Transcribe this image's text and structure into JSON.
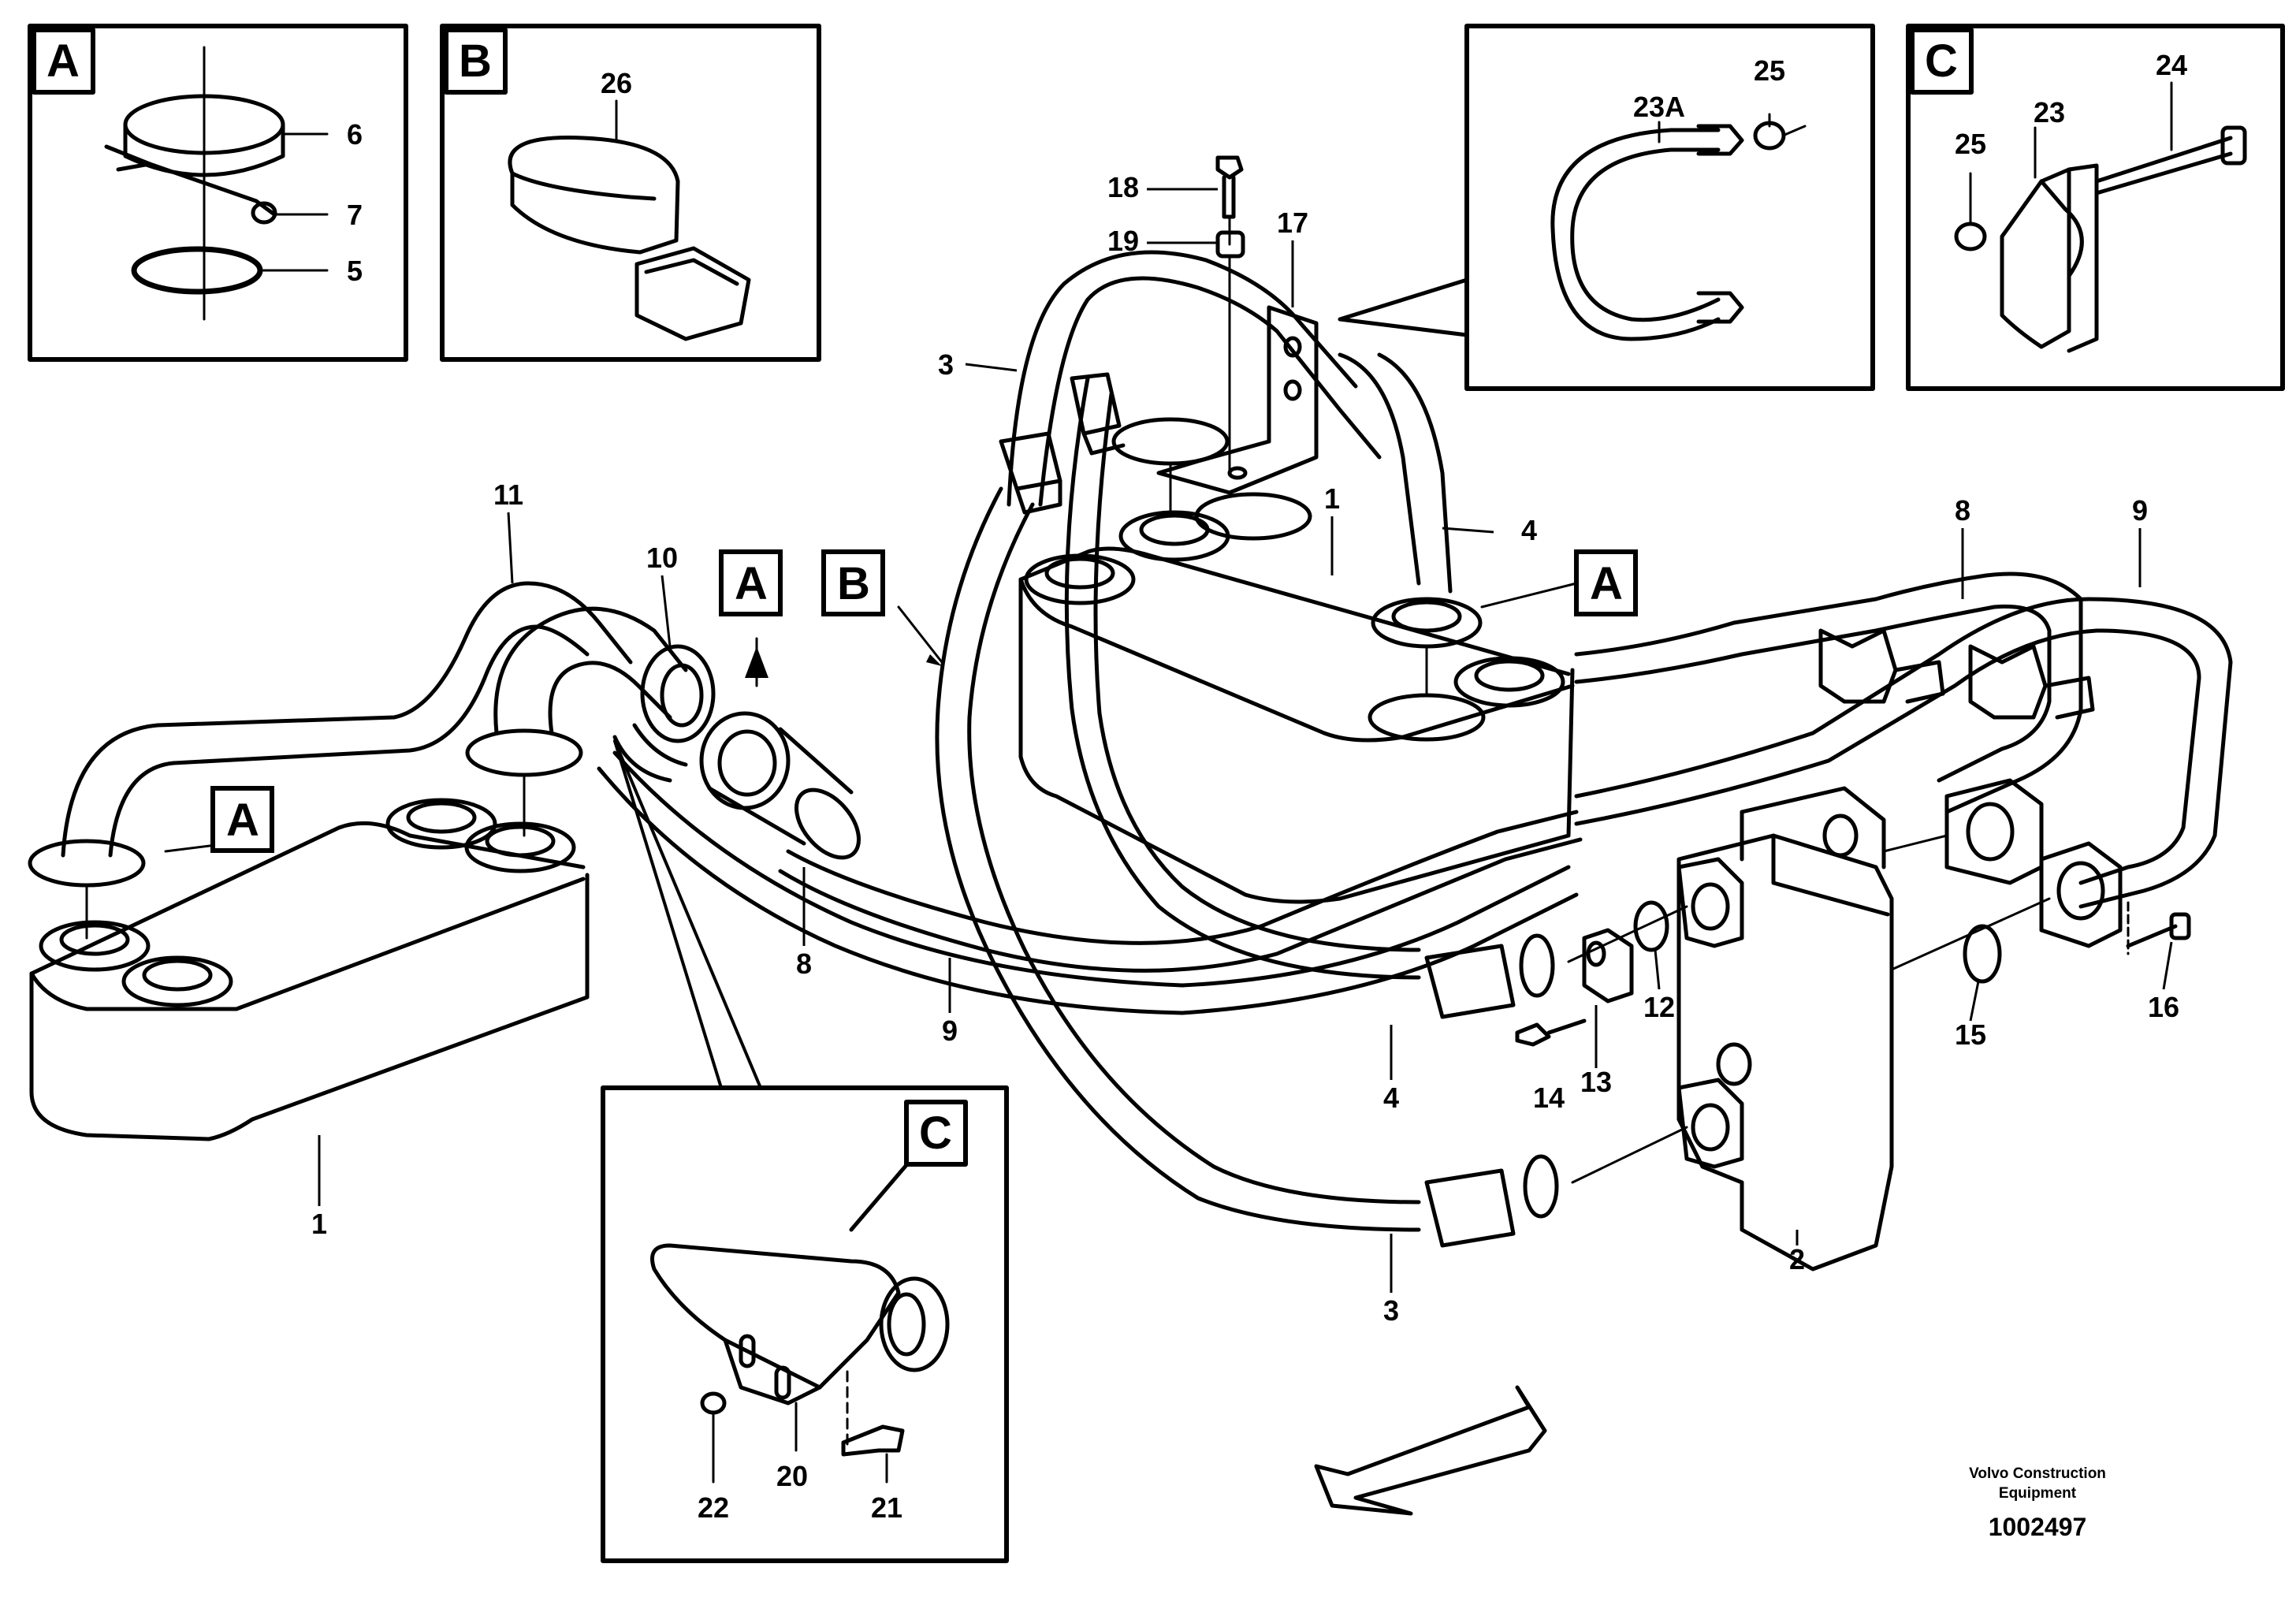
{
  "detail_boxes": [
    {
      "id": "A",
      "label": "A",
      "parts": [
        "6",
        "7",
        "5"
      ]
    },
    {
      "id": "B",
      "label": "B",
      "parts": [
        "26"
      ]
    },
    {
      "id": "U",
      "label": "",
      "parts": [
        "23A",
        "25"
      ]
    },
    {
      "id": "C",
      "label": "C",
      "parts": [
        "25",
        "23",
        "24"
      ]
    },
    {
      "id": "C2",
      "label": "C",
      "parts": [
        "22",
        "20",
        "21"
      ]
    }
  ],
  "view_markers": [
    "A",
    "B",
    "A",
    "A"
  ],
  "callouts": [
    "1",
    "1",
    "2",
    "3",
    "3",
    "4",
    "4",
    "8",
    "8",
    "9",
    "9",
    "10",
    "11",
    "12",
    "13",
    "14",
    "15",
    "16",
    "17",
    "18",
    "19"
  ],
  "credit": {
    "line1": "Volvo Construction",
    "line2": "Equipment",
    "doc_number": "1002497"
  },
  "colors": {
    "line": "#000000",
    "background": "#ffffff"
  }
}
